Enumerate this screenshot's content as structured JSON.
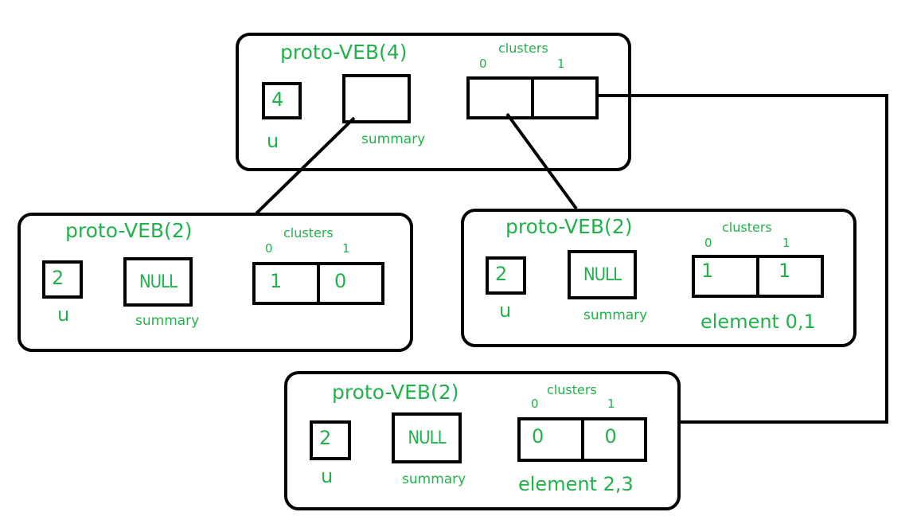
{
  "colors": {
    "text": "#22b14c",
    "stroke": "#000000"
  },
  "labels": {
    "u": "u",
    "summary": "summary",
    "clusters": "clusters",
    "idx0": "0",
    "idx1": "1"
  },
  "nodes": [
    {
      "id": "root",
      "title": "proto-VEB(4)",
      "u": "4",
      "summary": "",
      "clusters": [
        "",
        ""
      ],
      "element": ""
    },
    {
      "id": "summary-child",
      "title": "proto-VEB(2)",
      "u": "2",
      "summary": "NULL",
      "clusters": [
        "1",
        "0"
      ],
      "element": ""
    },
    {
      "id": "cluster0",
      "title": "proto-VEB(2)",
      "u": "2",
      "summary": "NULL",
      "clusters": [
        "1",
        "1"
      ],
      "element": "element 0,1"
    },
    {
      "id": "cluster1",
      "title": "proto-VEB(2)",
      "u": "2",
      "summary": "NULL",
      "clusters": [
        "0",
        "0"
      ],
      "element": "element 2,3"
    }
  ],
  "edges": [
    {
      "from": "root.summary",
      "to": "summary-child"
    },
    {
      "from": "root.clusters.0",
      "to": "cluster0"
    },
    {
      "from": "root.clusters.1",
      "to": "cluster1"
    }
  ]
}
